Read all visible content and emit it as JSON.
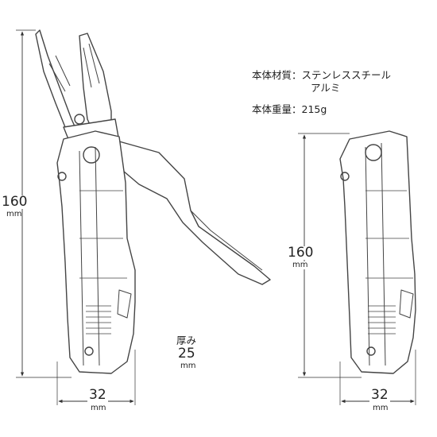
{
  "specs": {
    "material_label": "本体材質：",
    "material_value_1": "ステンレススチール",
    "material_value_2": "アルミ",
    "weight_label": "本体重量：",
    "weight_value": "215g"
  },
  "dimensions": {
    "open_length": "160",
    "open_length_unit": "mm",
    "open_width": "32",
    "open_width_unit": "mm",
    "closed_length": "160",
    "closed_length_unit": "mm",
    "closed_width": "32",
    "closed_width_unit": "mm",
    "thickness_label": "厚み",
    "thickness": "25",
    "thickness_unit": "mm"
  }
}
